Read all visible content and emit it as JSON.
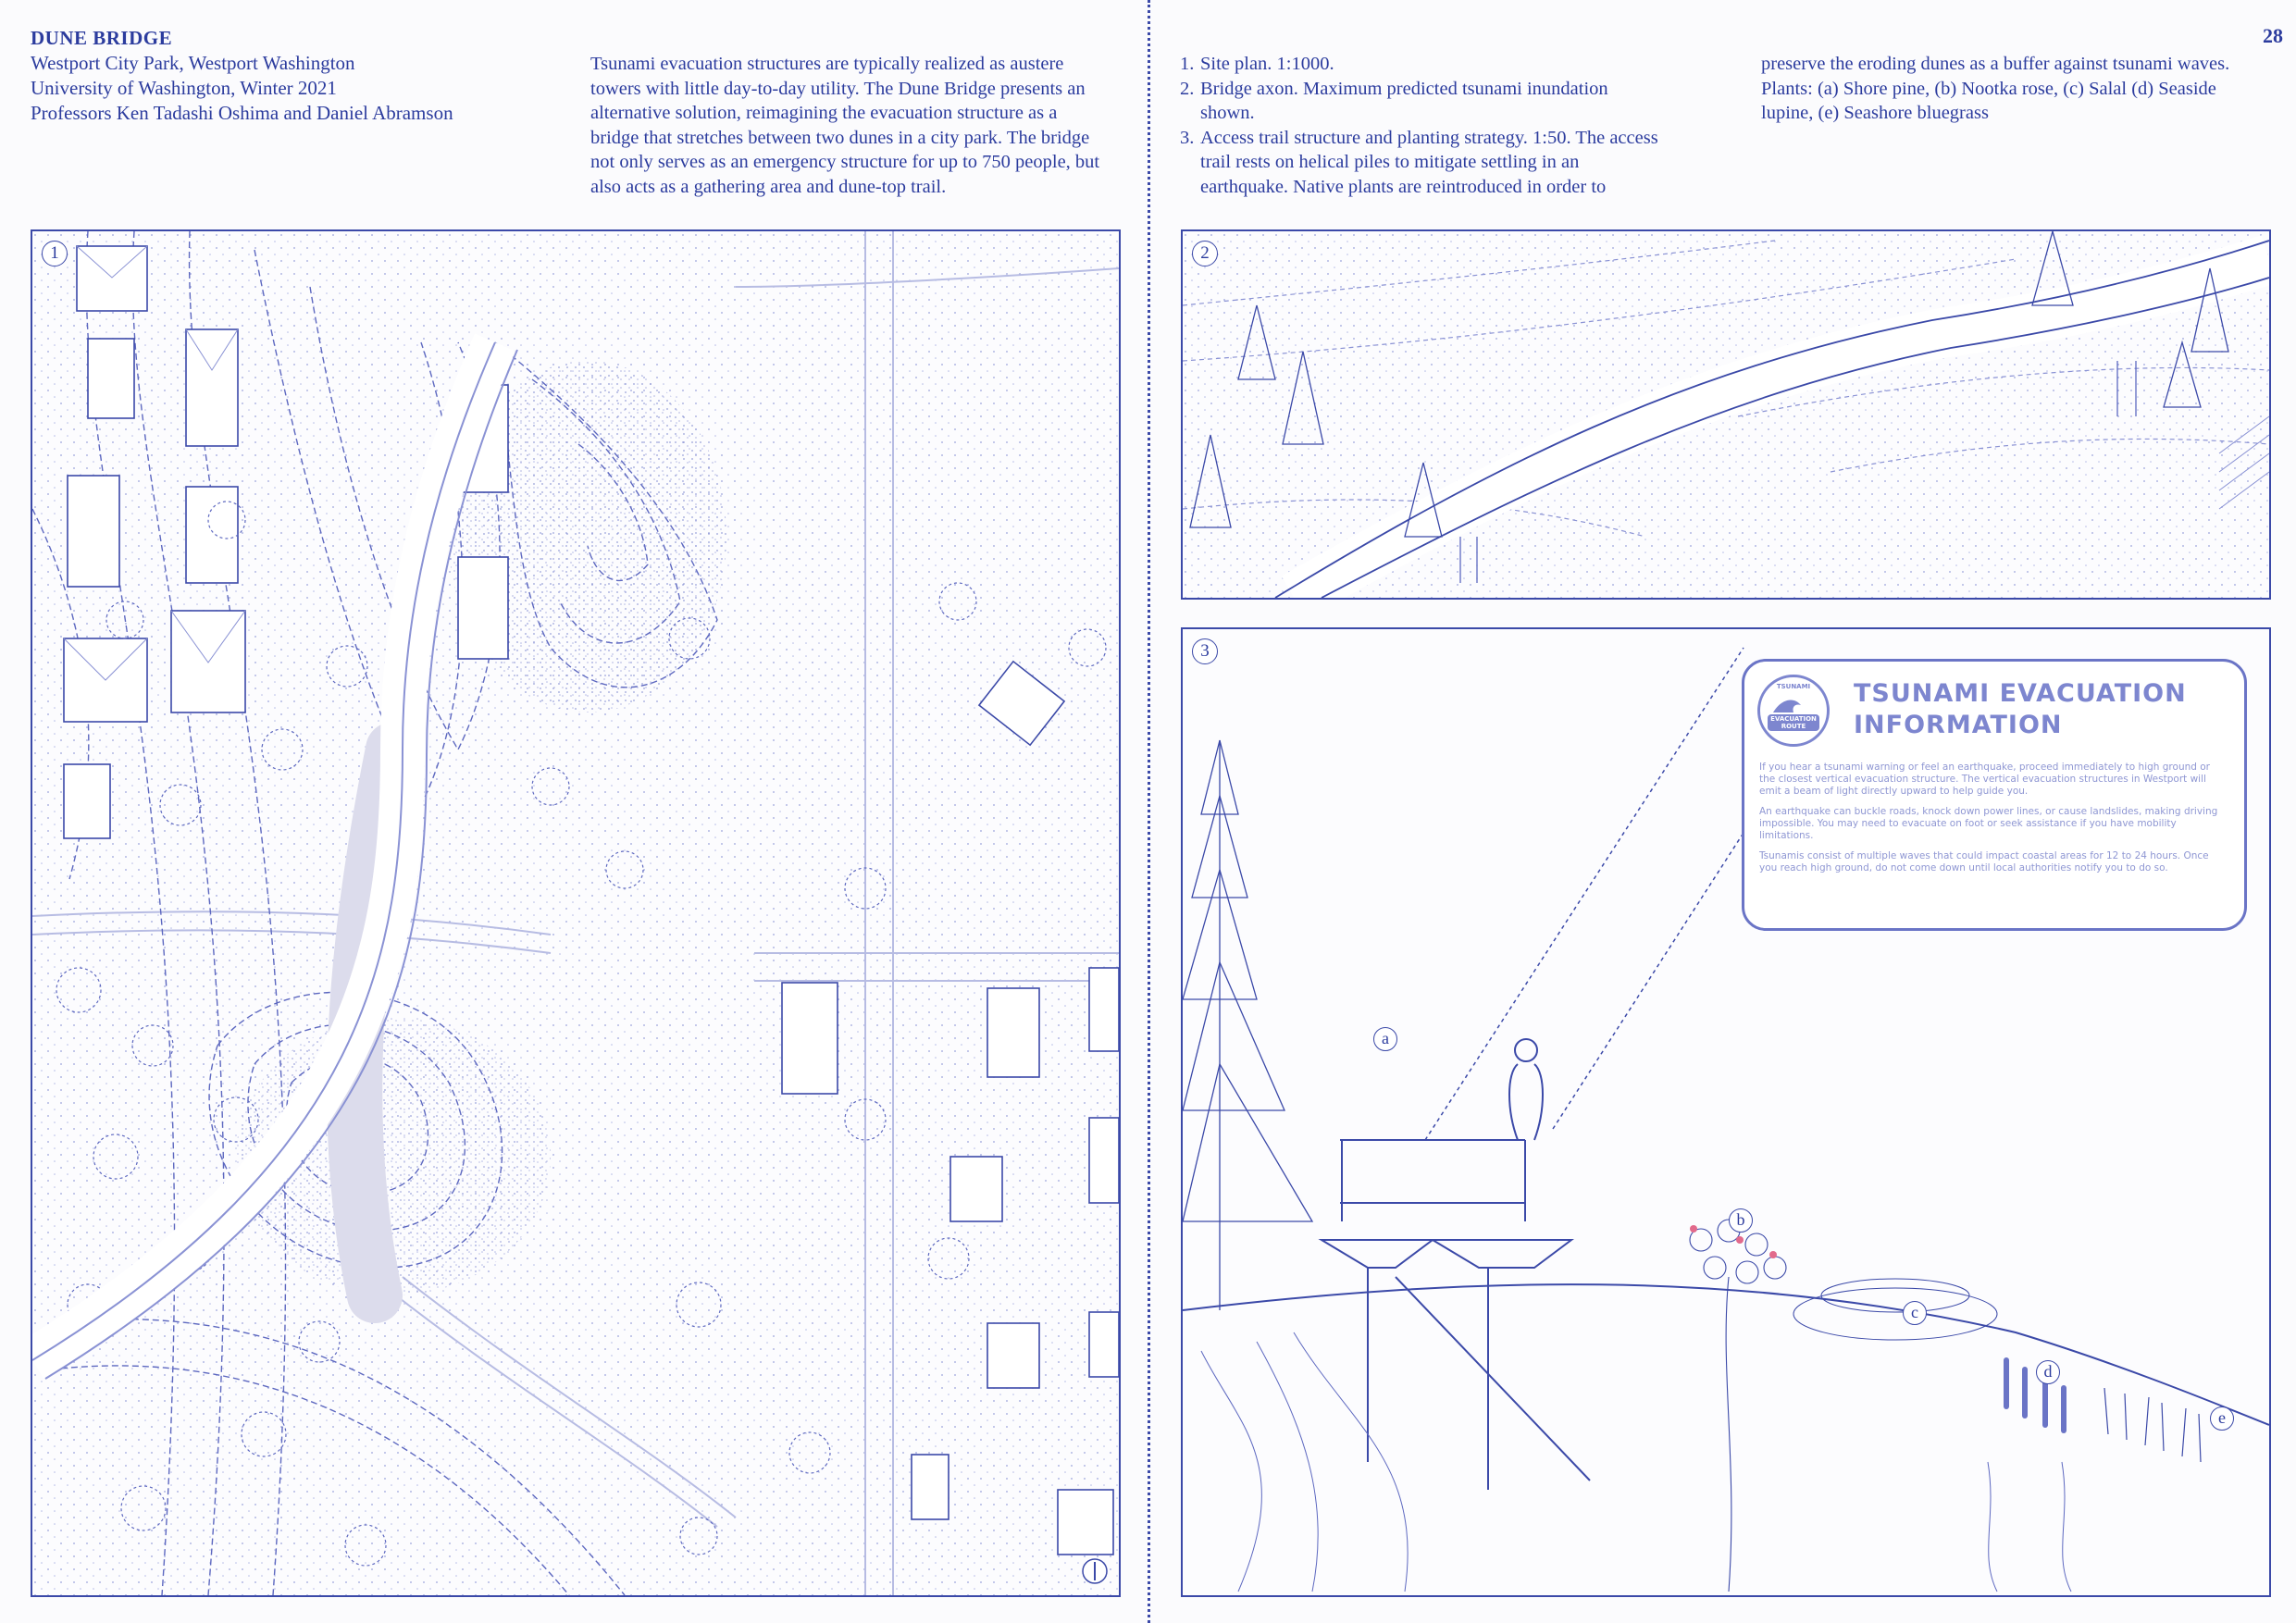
{
  "header": {
    "title": "DUNE BRIDGE",
    "lines": [
      "Westport City Park, Westport Washington",
      "University of Washington, Winter 2021",
      "Professors Ken Tadashi Oshima and Daniel Abramson"
    ]
  },
  "intro": "Tsunami evacuation structures are typically realized as austere towers with little day-to-day utility. The Dune Bridge presents an alternative solution, reimagining the evacuation structure as a bridge that stretches between two dunes in a city park. The bridge not only serves as an emergency structure for up to 750 people, but also acts as a gathering area and dune-top trail.",
  "captions": [
    {
      "n": "1.",
      "text": "Site plan. 1:1000."
    },
    {
      "n": "2.",
      "text": "Bridge axon. Maximum predicted tsunami inundation shown."
    },
    {
      "n": "3.",
      "text": "Access trail structure and planting strategy. 1:50. The access trail rests on helical piles to mitigate settling in an earthquake. Native plants are reintroduced in order to"
    }
  ],
  "caption_cont": "preserve the eroding dunes as a buffer against tsunami waves. Plants: (a) Shore pine, (b) Nootka rose, (c) Salal (d) Seaside lupine, (e) Seashore bluegrass",
  "page_number": "28",
  "panels": {
    "p1": "1",
    "p2": "2",
    "p3": "3"
  },
  "sign": {
    "badge_top": "TSUNAMI",
    "badge_route": "EVACUATION ROUTE",
    "title": "TSUNAMI EVACUATION INFORMATION",
    "paragraphs": [
      "If you hear a tsunami warning or feel an earthquake, proceed immediately to high ground or the closest vertical evacuation structure. The vertical evacuation structures in Westport will emit a beam of light directly upward to help guide you.",
      "An earthquake can buckle roads, knock down power lines, or cause landslides, making driving impossible. You may need to evacuate on foot or seek assistance if you have mobility limitations.",
      "Tsunamis consist of multiple waves that could impact coastal areas for 12 to 24 hours. Once you reach high ground, do not come down until local authorities notify you to do so."
    ]
  },
  "plant_labels": [
    "a",
    "b",
    "c",
    "d",
    "e"
  ],
  "colors": {
    "ink": "#2c3c9e",
    "line": "#3b49a8",
    "sign": "#7d86cf",
    "paper": "#fbfbfd"
  }
}
